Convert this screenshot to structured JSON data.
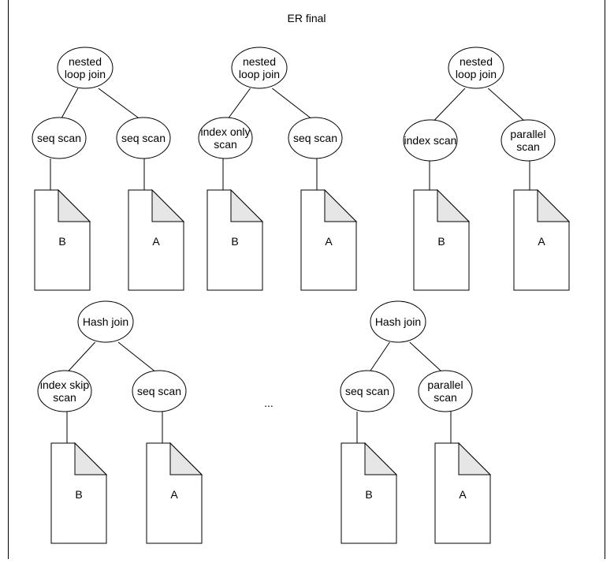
{
  "title": "ER final",
  "ellipsis": "...",
  "trees": [
    {
      "join": [
        "nested",
        "loop join"
      ],
      "left": {
        "scan": [
          "seq scan"
        ],
        "table": "B"
      },
      "right": {
        "scan": [
          "seq scan"
        ],
        "table": "A"
      }
    },
    {
      "join": [
        "nested",
        "loop join"
      ],
      "left": {
        "scan": [
          "index only",
          "scan"
        ],
        "table": "B"
      },
      "right": {
        "scan": [
          "seq scan"
        ],
        "table": "A"
      }
    },
    {
      "join": [
        "nested",
        "loop join"
      ],
      "left": {
        "scan": [
          "index scan"
        ],
        "table": "B"
      },
      "right": {
        "scan": [
          "parallel",
          "scan"
        ],
        "table": "A"
      }
    },
    {
      "join": [
        "Hash join"
      ],
      "left": {
        "scan": [
          "index skip",
          "scan"
        ],
        "table": "B"
      },
      "right": {
        "scan": [
          "seq scan"
        ],
        "table": "A"
      }
    },
    {
      "join": [
        "Hash join"
      ],
      "left": {
        "scan": [
          "seq scan"
        ],
        "table": "B"
      },
      "right": {
        "scan": [
          "parallel",
          "scan"
        ],
        "table": "A"
      }
    }
  ]
}
